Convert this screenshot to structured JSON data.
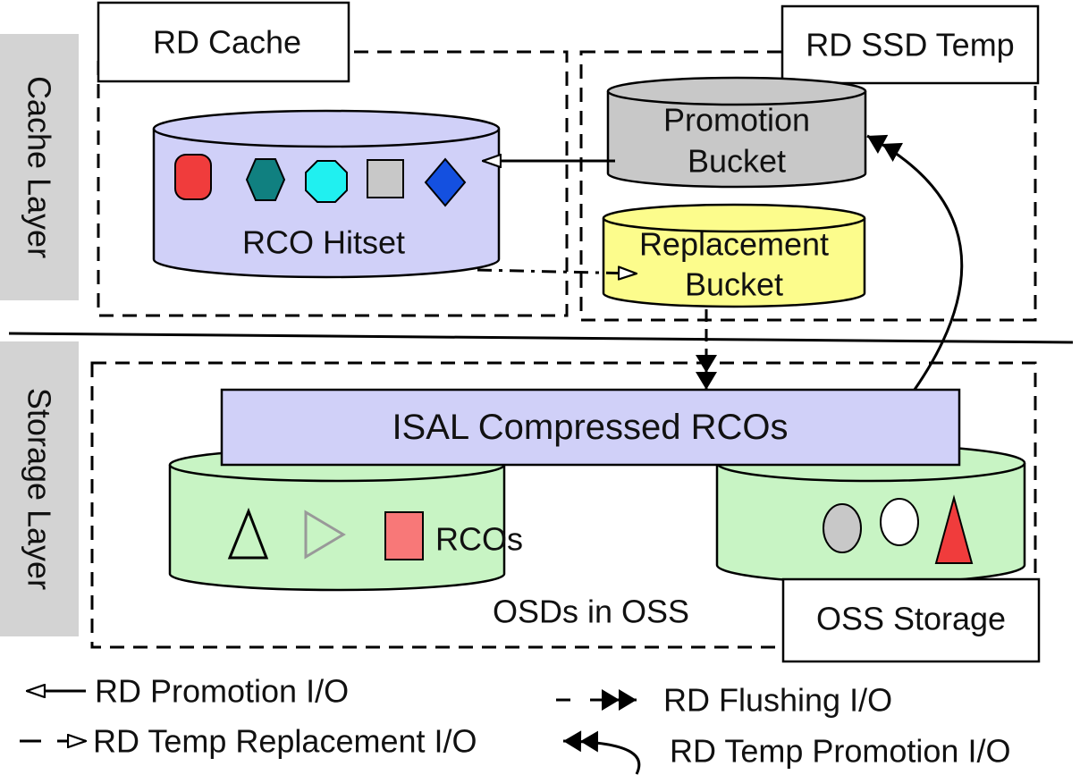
{
  "layers": {
    "cache": "Cache Layer",
    "storage": "Storage Layer"
  },
  "boxes": {
    "rd_cache": "RD Cache",
    "rd_ssd_temp": "RD SSD Temp",
    "oss_storage": "OSS Storage"
  },
  "cylinders": {
    "rco_hitset": "RCO Hitset",
    "promotion_bucket": [
      "Promotion",
      "Bucket"
    ],
    "replacement_bucket": [
      "Replacement",
      "Bucket"
    ]
  },
  "storage": {
    "compressed_bar": "ISAL Compressed RCOs",
    "rcos": "RCOs",
    "osds": "OSDs in OSS"
  },
  "legend": {
    "promotion": "RD Promotion I/O",
    "temp_replacement": "RD Temp Replacement I/O",
    "flushing": "RD Flushing I/O",
    "temp_promotion": "RD Temp Promotion I/O"
  },
  "colors": {
    "hitset": "#d0d0f8",
    "promotion_bucket": "#c8c8c8",
    "replacement_bucket": "#fcfc8c",
    "compressed_bar": "#d0d0f8",
    "osd_cylinder": "#c8f4c4",
    "layer_tab": "#d3d3d3",
    "red": "#f03c3c",
    "teal": "#108080",
    "cyan": "#20f0f0",
    "gray": "#c8c8c8",
    "blue": "#1450e0",
    "pink": "#f87878"
  },
  "icons": {
    "hitset": [
      "red-rounded-rect-icon",
      "teal-hexagon-icon",
      "cyan-octagon-icon",
      "gray-square-icon",
      "blue-diamond-icon"
    ],
    "osd_left": [
      "outline-triangle-icon",
      "gray-outline-triangle-icon",
      "pink-square-icon"
    ],
    "osd_right": [
      "gray-ellipse-icon",
      "outline-ellipse-icon",
      "red-cone-icon"
    ]
  }
}
